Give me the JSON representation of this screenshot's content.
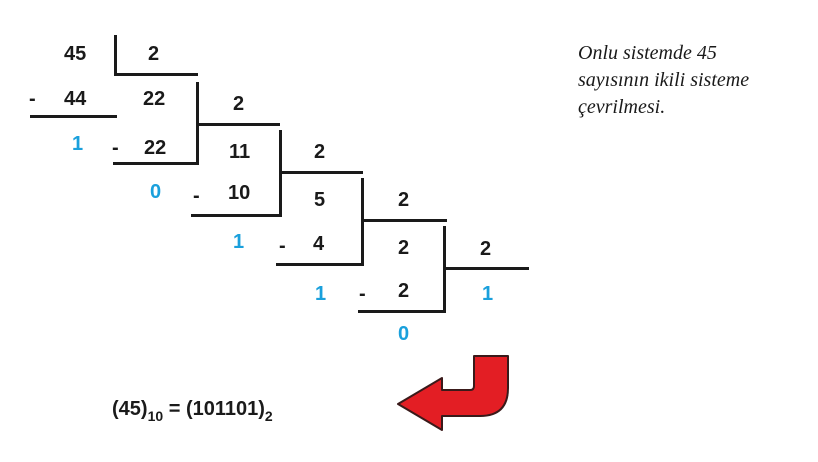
{
  "caption": {
    "line1": "Onlu sistemde 45",
    "line2": "sayısının ikili sisteme",
    "line3": "çevrilmesi."
  },
  "divisor": "2",
  "minus_sign": "-",
  "steps": [
    {
      "dividend": "45",
      "product": "44",
      "quotient": "22",
      "remainder": "1"
    },
    {
      "dividend": "22",
      "product": "22",
      "quotient": "11",
      "remainder": "0"
    },
    {
      "dividend": "11",
      "product": "10",
      "quotient": "5",
      "remainder": "1"
    },
    {
      "dividend": "5",
      "product": "4",
      "quotient": "2",
      "remainder": "1"
    },
    {
      "dividend": "2",
      "product": "2",
      "quotient": "1",
      "remainder": "0"
    }
  ],
  "final_quotient": "1",
  "result": {
    "decimal": "(45)",
    "decimal_base": "10",
    "equals": " = ",
    "binary": "(101101)",
    "binary_base": "2"
  },
  "colors": {
    "text": "#1a1a1a",
    "remainder": "#1aa0dc",
    "arrow_fill": "#e31e24",
    "arrow_stroke": "#3a1a1a"
  },
  "arrow_icon": "curved-return-arrow-icon"
}
